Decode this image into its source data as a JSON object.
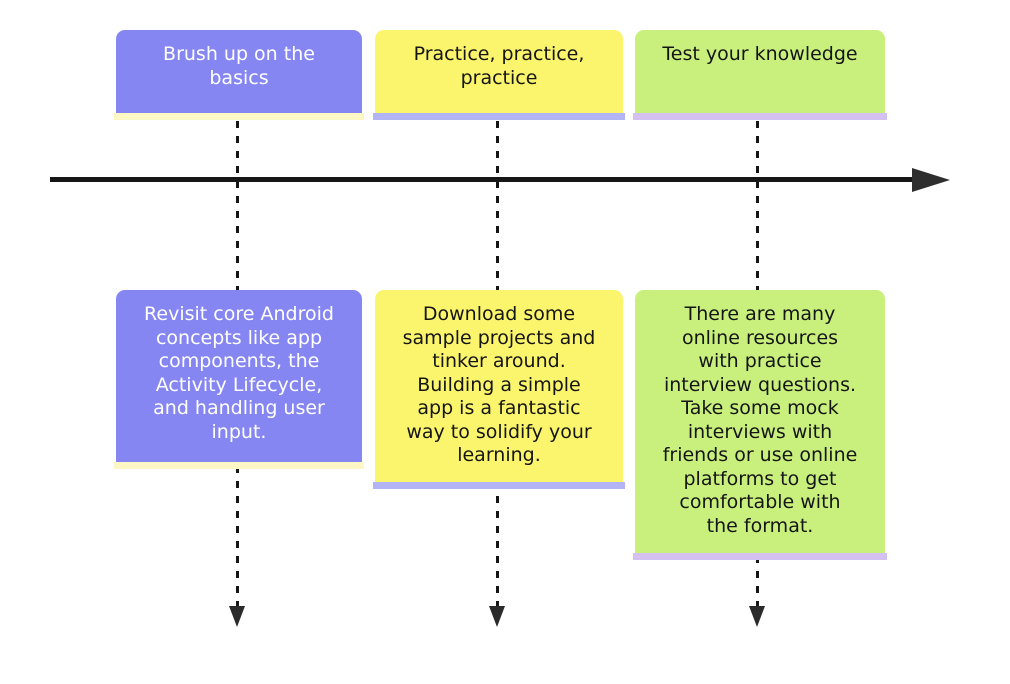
{
  "diagram": {
    "axis": {
      "color": "#161616"
    },
    "columns": [
      {
        "title": "Brush up on the\nbasics",
        "body": "Revisit core Android\nconcepts like app\ncomponents, the\nActivity Lifecycle,\nand handling user\ninput.",
        "box_color": "#8686f2",
        "shadow_color": "#fcf7c5",
        "text_color": "#ffffff"
      },
      {
        "title": "Practice, practice,\npractice",
        "body": "Download some\nsample projects and\ntinker around.\nBuilding a simple\napp is a fantastic\nway to solidify your\nlearning.",
        "box_color": "#fbf56d",
        "shadow_color": "#b2b4f3",
        "text_color": "#151515"
      },
      {
        "title": "Test your knowledge",
        "body": "There are many\nonline resources\nwith practice\ninterview questions.\nTake some mock\ninterviews with\nfriends or use online\nplatforms to get\ncomfortable with\nthe format.",
        "box_color": "#c9f07d",
        "shadow_color": "#d5c0f2",
        "text_color": "#151515"
      }
    ]
  }
}
